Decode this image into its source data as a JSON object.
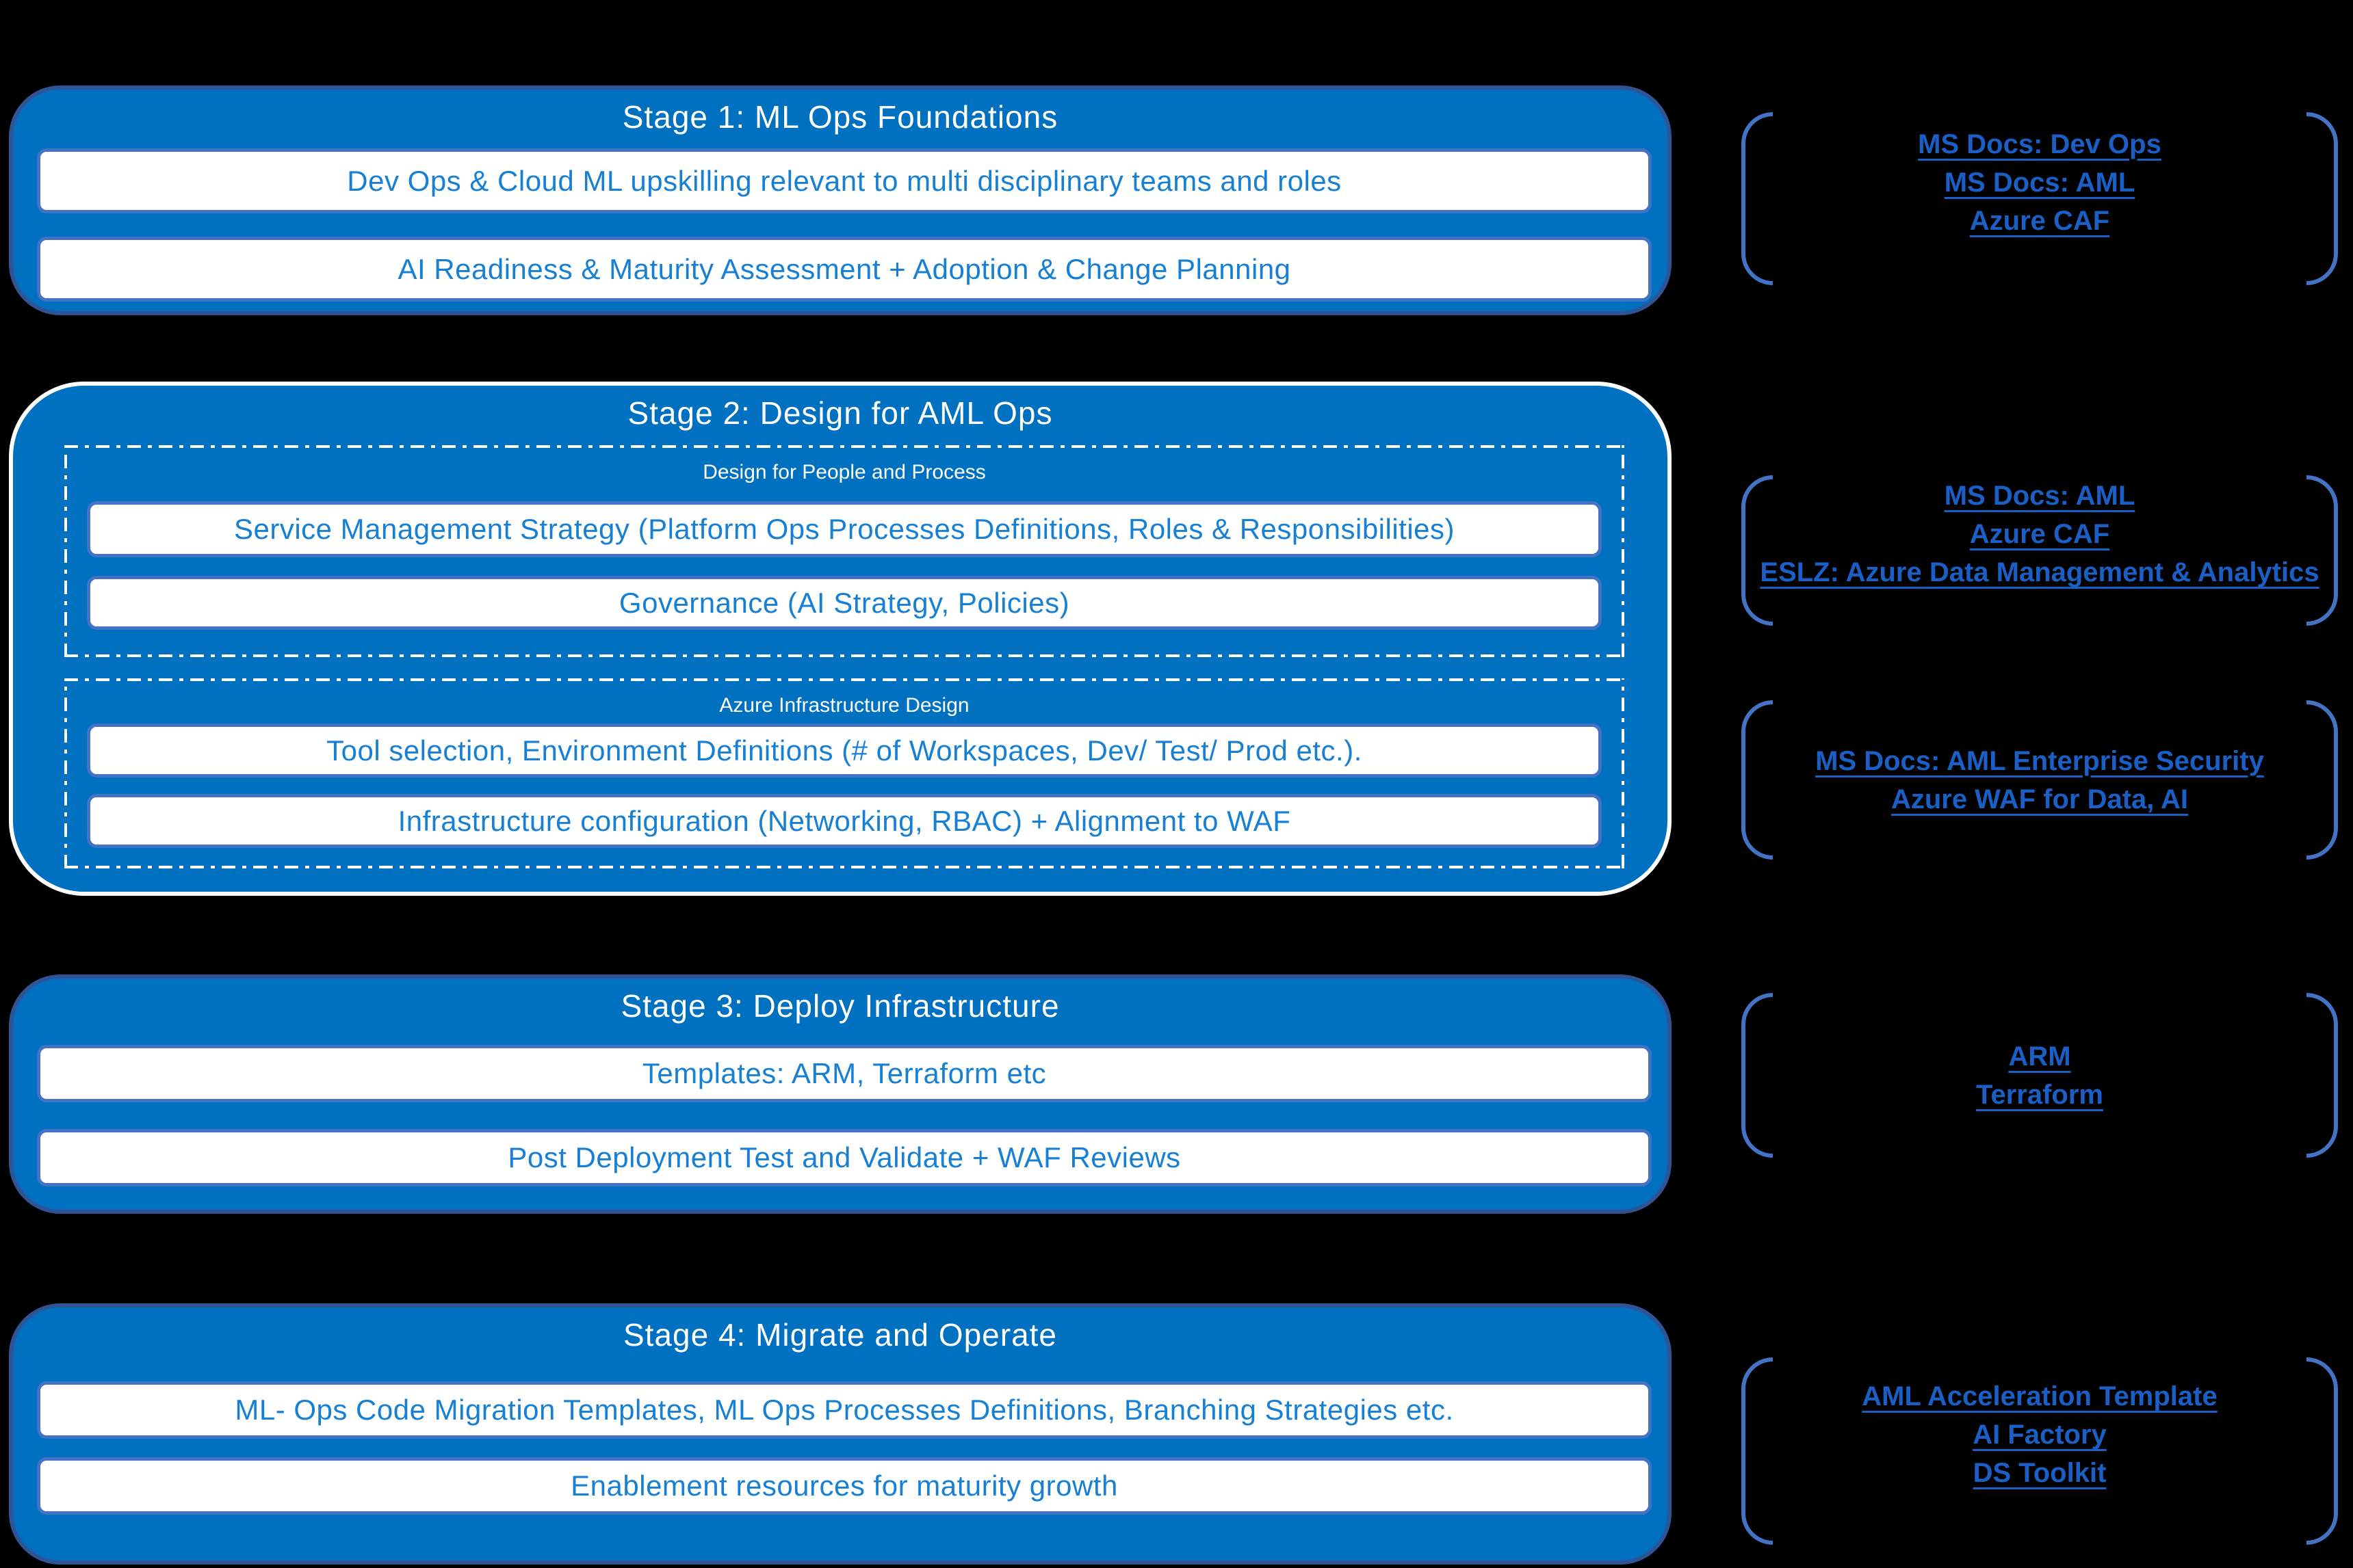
{
  "colors": {
    "background": "#000000",
    "stage_fill": "#0070C0",
    "stage_border": "#2F5496",
    "stage2_border": "#FFFFFF",
    "item_border": "#4472C4",
    "item_text": "#1780D5",
    "link_text": "#1A5FC5",
    "bracket": "#4472C4"
  },
  "stages": [
    {
      "title": "Stage 1: ML Ops Foundations",
      "items": [
        "Dev Ops & Cloud ML upskilling relevant to multi disciplinary teams and roles",
        "AI Readiness & Maturity Assessment + Adoption & Change Planning"
      ]
    },
    {
      "title": "Stage 2: Design for AML Ops",
      "groups": [
        {
          "label": "Design for People and Process",
          "items": [
            "Service Management Strategy (Platform Ops Processes Definitions, Roles & Responsibilities)",
            "Governance (AI Strategy, Policies)"
          ]
        },
        {
          "label": "Azure Infrastructure Design",
          "items": [
            "Tool selection, Environment Definitions (# of Workspaces, Dev/ Test/ Prod etc.).",
            "Infrastructure configuration (Networking, RBAC) + Alignment to WAF"
          ]
        }
      ]
    },
    {
      "title": "Stage 3: Deploy Infrastructure",
      "items": [
        "Templates: ARM, Terraform etc",
        "Post Deployment Test and Validate + WAF Reviews"
      ]
    },
    {
      "title": "Stage 4: Migrate and Operate",
      "items": [
        "ML- Ops Code Migration Templates, ML Ops Processes Definitions, Branching Strategies etc.",
        "Enablement resources for maturity growth"
      ]
    }
  ],
  "link_groups": [
    {
      "links": [
        "MS Docs: Dev Ops",
        "MS Docs: AML",
        "Azure CAF"
      ]
    },
    {
      "links": [
        "MS Docs: AML",
        "Azure CAF",
        "ESLZ: Azure Data Management & Analytics"
      ]
    },
    {
      "links": [
        "MS Docs: AML Enterprise Security",
        "Azure WAF for Data, AI"
      ]
    },
    {
      "links": [
        "ARM",
        "Terraform"
      ]
    },
    {
      "links": [
        "AML Acceleration Template",
        "AI Factory",
        "DS Toolkit"
      ]
    }
  ]
}
